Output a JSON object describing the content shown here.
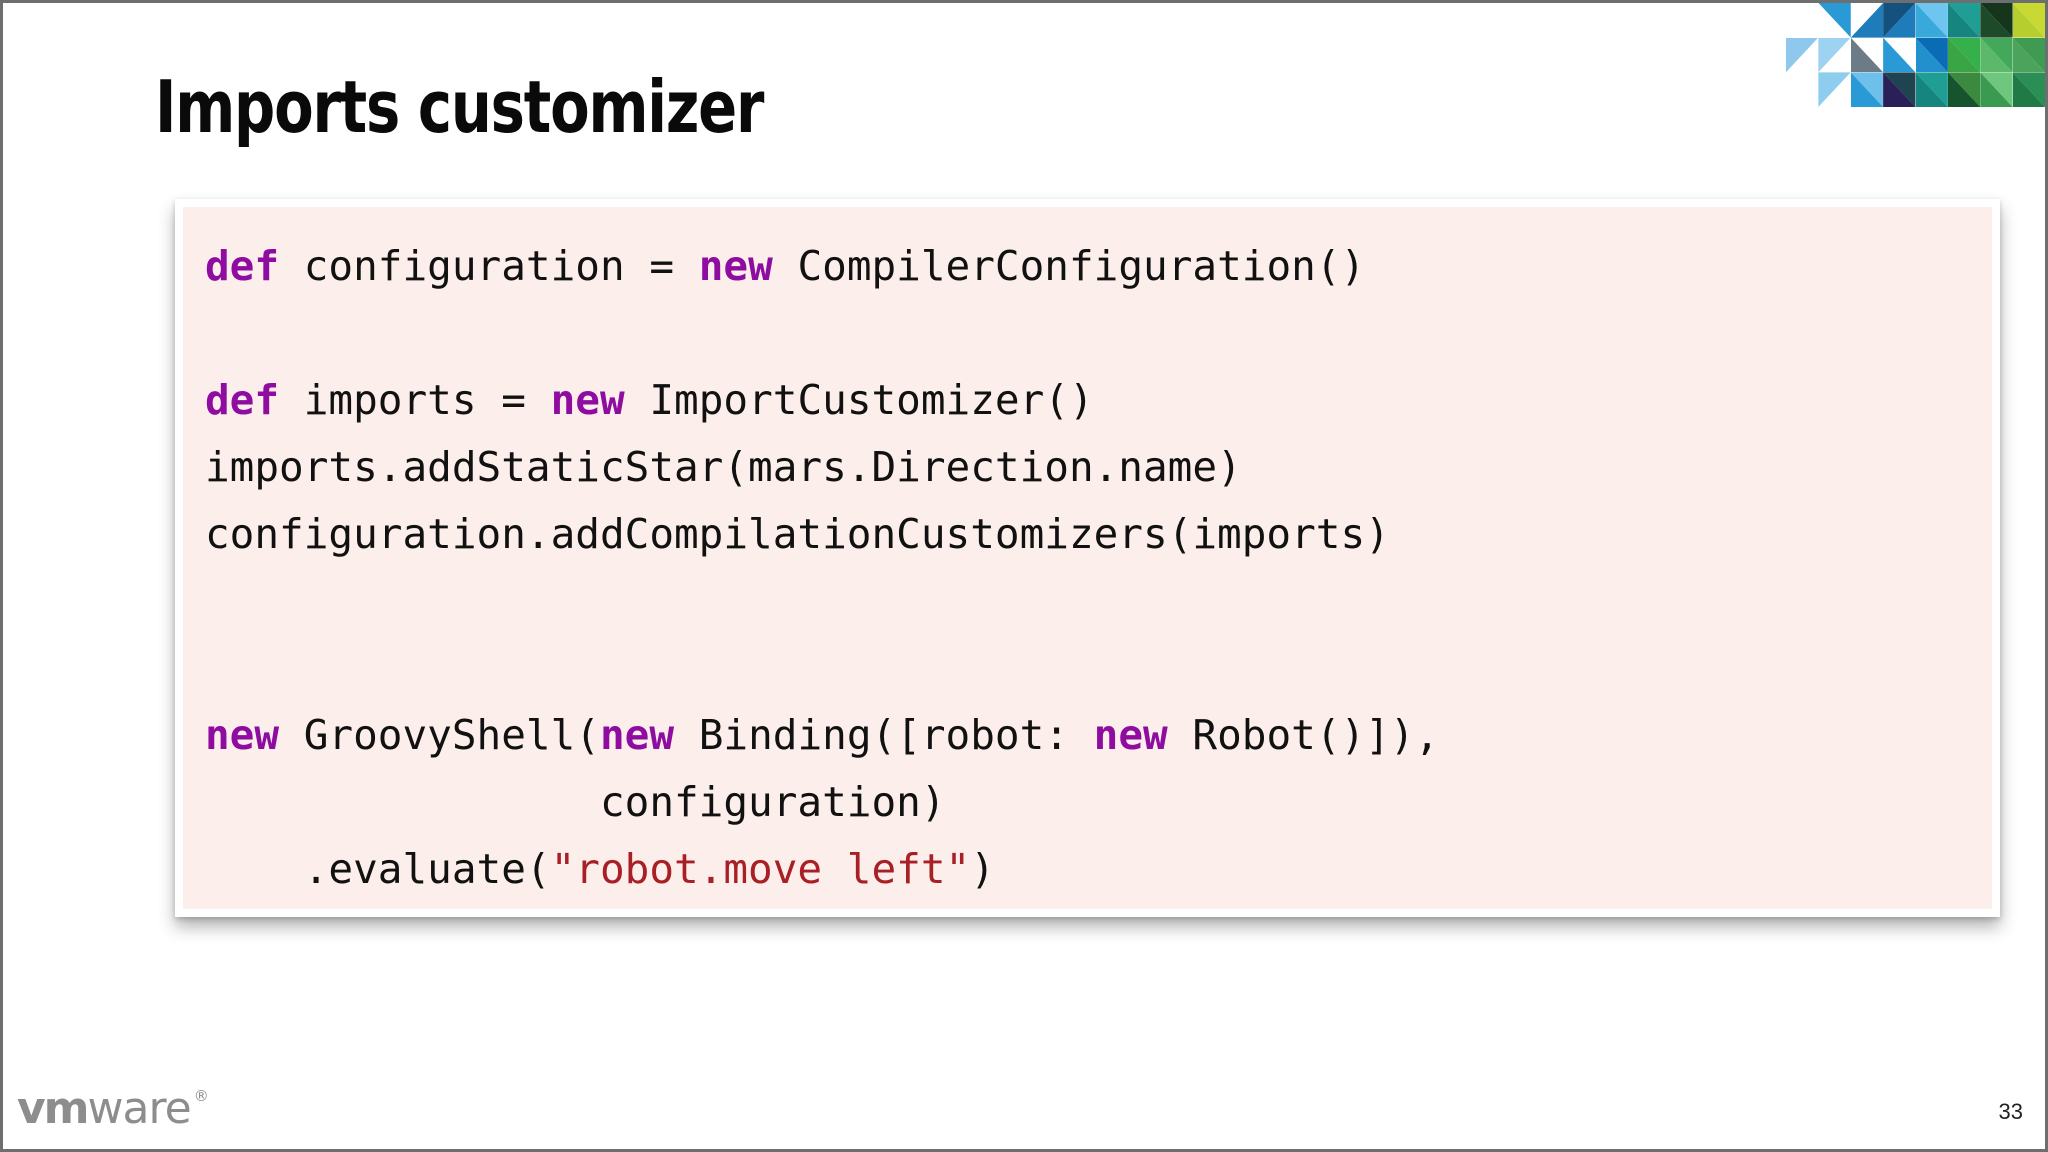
{
  "slide": {
    "title": "Imports customizer",
    "page_number": "33",
    "brand": {
      "logo_bold": "vm",
      "logo_light": "ware",
      "registered_mark": "®"
    },
    "theme": {
      "background": "#ffffff",
      "border": "#6d6e70",
      "code_background": "#fceeea",
      "code_card": "#ffffff",
      "text": "#111111",
      "keyword": "#8f0ca0",
      "string": "#a81f26",
      "logo_gray": "#8d8d8d"
    }
  },
  "code_block": {
    "language": "groovy",
    "lines": [
      [
        {
          "t": "def",
          "c": "kw"
        },
        {
          "t": " configuration = ",
          "c": ""
        },
        {
          "t": "new",
          "c": "kw"
        },
        {
          "t": " CompilerConfiguration()",
          "c": ""
        }
      ],
      [],
      [
        {
          "t": "def",
          "c": "kw"
        },
        {
          "t": " imports = ",
          "c": ""
        },
        {
          "t": "new",
          "c": "kw"
        },
        {
          "t": " ImportCustomizer()",
          "c": ""
        }
      ],
      [
        {
          "t": "imports.addStaticStar(mars.Direction.name)",
          "c": ""
        }
      ],
      [
        {
          "t": "configuration.addCompilationCustomizers(imports)",
          "c": ""
        }
      ],
      [],
      [],
      [
        {
          "t": "new",
          "c": "kw"
        },
        {
          "t": " GroovyShell(",
          "c": ""
        },
        {
          "t": "new",
          "c": "kw"
        },
        {
          "t": " Binding([robot: ",
          "c": ""
        },
        {
          "t": "new",
          "c": "kw"
        },
        {
          "t": " Robot()]),",
          "c": ""
        }
      ],
      [
        {
          "t": "                configuration)",
          "c": ""
        }
      ],
      [
        {
          "t": "    .evaluate(",
          "c": ""
        },
        {
          "t": "\"robot.move left\"",
          "c": "str"
        },
        {
          "t": ")",
          "c": ""
        }
      ]
    ],
    "plain_text": "def configuration = new CompilerConfiguration()\n\ndef imports = new ImportCustomizer()\nimports.addStaticStar(mars.Direction.name)\nconfiguration.addCompilationCustomizers(imports)\n\n\nnew GroovyShell(new Binding([robot: new Robot()]),\n                configuration)\n    .evaluate(\"robot.move left\")"
  },
  "mosaic": {
    "name": "vmware-triangle-mosaic",
    "columns": 8,
    "rows": 3,
    "cells": [
      {
        "split": "dB",
        "a": "#ffffff",
        "b": "#ffffff"
      },
      {
        "split": "dB",
        "a": "#2a9ad6",
        "b": "#ffffff"
      },
      {
        "split": "dA",
        "a": "#ffffff",
        "b": "#1f7cba"
      },
      {
        "split": "dA",
        "a": "#15517e",
        "b": "#1f7cba"
      },
      {
        "split": "dB",
        "a": "#6ec5ef",
        "b": "#39a9dc"
      },
      {
        "split": "dB",
        "a": "#1f9e96",
        "b": "#17857f"
      },
      {
        "split": "dB",
        "a": "#16351d",
        "b": "#1d4a29"
      },
      {
        "split": "dB",
        "a": "#c8d934",
        "b": "#b6cf2e"
      },
      {
        "split": "dA",
        "a": "#8ec8ec",
        "b": "#ffffff"
      },
      {
        "split": "dA",
        "a": "#9dd2f0",
        "b": "#ffffff"
      },
      {
        "split": "dB",
        "a": "#ffffff",
        "b": "#6c7b85"
      },
      {
        "split": "dB",
        "a": "#ffffff",
        "b": "#2a9ad6"
      },
      {
        "split": "dB",
        "a": "#0a6cb4",
        "b": "#2190cc"
      },
      {
        "split": "dB",
        "a": "#36b04a",
        "b": "#3aa544"
      },
      {
        "split": "dB",
        "a": "#44a85a",
        "b": "#5cb86a"
      },
      {
        "split": "dB",
        "a": "#3f9a52",
        "b": "#4ba35c"
      },
      {
        "split": "dA",
        "a": "#ffffff",
        "b": "#ffffff"
      },
      {
        "split": "dA",
        "a": "#8ecdee",
        "b": "#ffffff"
      },
      {
        "split": "dB",
        "a": "#6ec0ea",
        "b": "#2a9ad6"
      },
      {
        "split": "dB",
        "a": "#1d4450",
        "b": "#2a1f57"
      },
      {
        "split": "dB",
        "a": "#1f9e96",
        "b": "#17857f"
      },
      {
        "split": "dB",
        "a": "#3c8a3f",
        "b": "#17532c"
      },
      {
        "split": "dB",
        "a": "#6ec77d",
        "b": "#3a9a4f"
      },
      {
        "split": "dB",
        "a": "#2b8f55",
        "b": "#1f7a45"
      }
    ]
  }
}
